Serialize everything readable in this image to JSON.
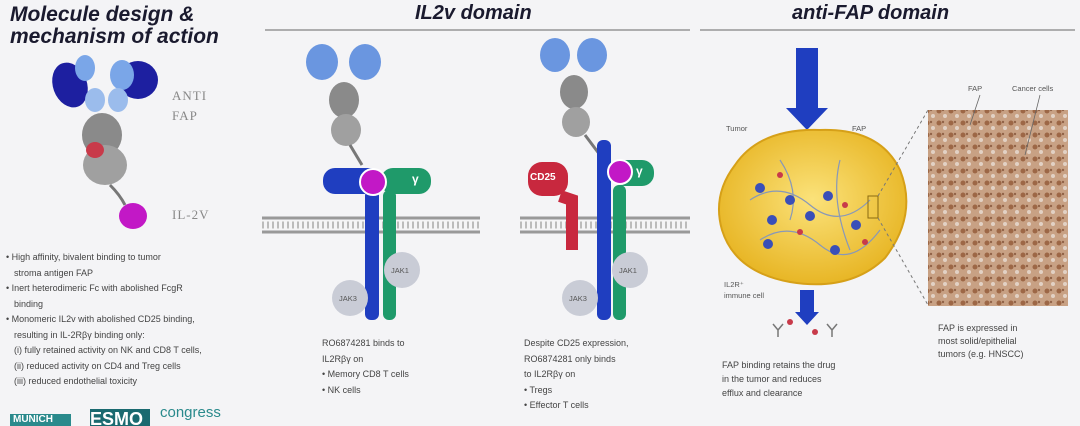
{
  "titles": {
    "left_line1": "Molecule design &",
    "left_line2": "mechanism of action",
    "middle": "IL2v domain",
    "right": "anti-FAP domain"
  },
  "molecule_labels": {
    "anti": "ANTI",
    "fap": "FAP",
    "il2v": "IL-2V"
  },
  "left_bullets": [
    "High affinity, bivalent binding to tumor",
    "stroma antigen FAP",
    "Inert heterodimeric Fc with abolished FcgR",
    "binding",
    "Monomeric IL2v with abolished CD25 binding,",
    "resulting in IL-2Rβγ binding only:",
    "(i) fully retained activity on NK and CD8 T cells,",
    "(ii) reduced activity on CD4 and Treg cells",
    "(iii) reduced endothelial toxicity"
  ],
  "receptor_labels": {
    "gamma": "γ",
    "jak1": "JAK1",
    "jak3": "JAK3",
    "cd25": "CD25"
  },
  "middle_left_text": {
    "line1": "RO6874281 binds to",
    "line2": "IL2Rβγ on",
    "bullet1": "Memory CD8 T cells",
    "bullet2": "NK cells"
  },
  "middle_right_text": {
    "line1": "Despite CD25 expression,",
    "line2": "RO6874281 only binds",
    "line3": "to IL2Rβγ on",
    "bullet1": "Tregs",
    "bullet2": "Effector T cells"
  },
  "tumor_labels": {
    "tumor": "Tumor",
    "fap": "FAP",
    "il2r": "IL2R⁺",
    "immune": "immune cell"
  },
  "histology_labels": {
    "fap": "FAP",
    "cancer": "Cancer cells"
  },
  "right_caption": {
    "line1": "FAP binding retains the drug",
    "line2": "in the tumor and reduces",
    "line3": "efflux and clearance"
  },
  "histology_caption": {
    "line1": "FAP is expressed in",
    "line2": "most solid/epithelial",
    "line3": "tumors (e.g. HNSCC)"
  },
  "logo": {
    "city": "MUNICH",
    "brand": "ESMO",
    "word": "congress"
  }
}
